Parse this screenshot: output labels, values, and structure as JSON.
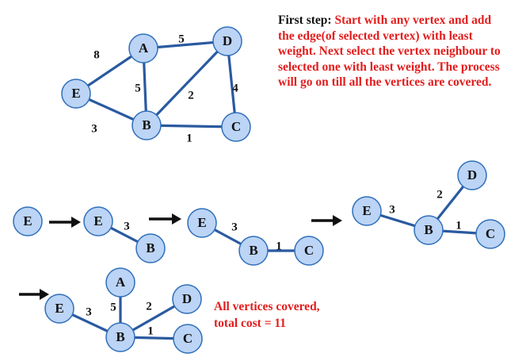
{
  "description": {
    "lead": "First step:",
    "text": "Start with any vertex and add the edge(of selected vertex) with least weight. Next select the vertex neighbour to selected one with least weight. The process will go on till all the vertices are covered."
  },
  "result": {
    "line1": "All vertices covered,",
    "line2": "total cost = 11"
  },
  "graph": {
    "vertices": [
      "A",
      "B",
      "C",
      "D",
      "E"
    ],
    "edges": [
      {
        "from": "E",
        "to": "A",
        "weight": "8"
      },
      {
        "from": "E",
        "to": "B",
        "weight": "3"
      },
      {
        "from": "A",
        "to": "B",
        "weight": "5"
      },
      {
        "from": "A",
        "to": "D",
        "weight": "5"
      },
      {
        "from": "B",
        "to": "D",
        "weight": "2"
      },
      {
        "from": "D",
        "to": "C",
        "weight": "4"
      },
      {
        "from": "B",
        "to": "C",
        "weight": "1"
      }
    ]
  },
  "steps": [
    {
      "vertices": [
        "E"
      ],
      "edges": []
    },
    {
      "vertices": [
        "E",
        "B"
      ],
      "edges": [
        {
          "from": "E",
          "to": "B",
          "weight": "3"
        }
      ]
    },
    {
      "vertices": [
        "E",
        "B",
        "C"
      ],
      "edges": [
        {
          "from": "E",
          "to": "B",
          "weight": "3"
        },
        {
          "from": "B",
          "to": "C",
          "weight": "1"
        }
      ]
    },
    {
      "vertices": [
        "E",
        "B",
        "D",
        "C"
      ],
      "edges": [
        {
          "from": "E",
          "to": "B",
          "weight": "3"
        },
        {
          "from": "B",
          "to": "D",
          "weight": "2"
        },
        {
          "from": "B",
          "to": "C",
          "weight": "1"
        }
      ]
    },
    {
      "vertices": [
        "A",
        "E",
        "B",
        "D",
        "C"
      ],
      "edges": [
        {
          "from": "E",
          "to": "B",
          "weight": "3"
        },
        {
          "from": "A",
          "to": "B",
          "weight": "5"
        },
        {
          "from": "B",
          "to": "D",
          "weight": "2"
        },
        {
          "from": "B",
          "to": "C",
          "weight": "1"
        }
      ]
    }
  ],
  "colors": {
    "node_fill": "#bcd4f5",
    "node_stroke": "#2f6fba",
    "edge": "#2a5aa0",
    "highlight_text": "#e41c1c",
    "text": "#111111"
  }
}
